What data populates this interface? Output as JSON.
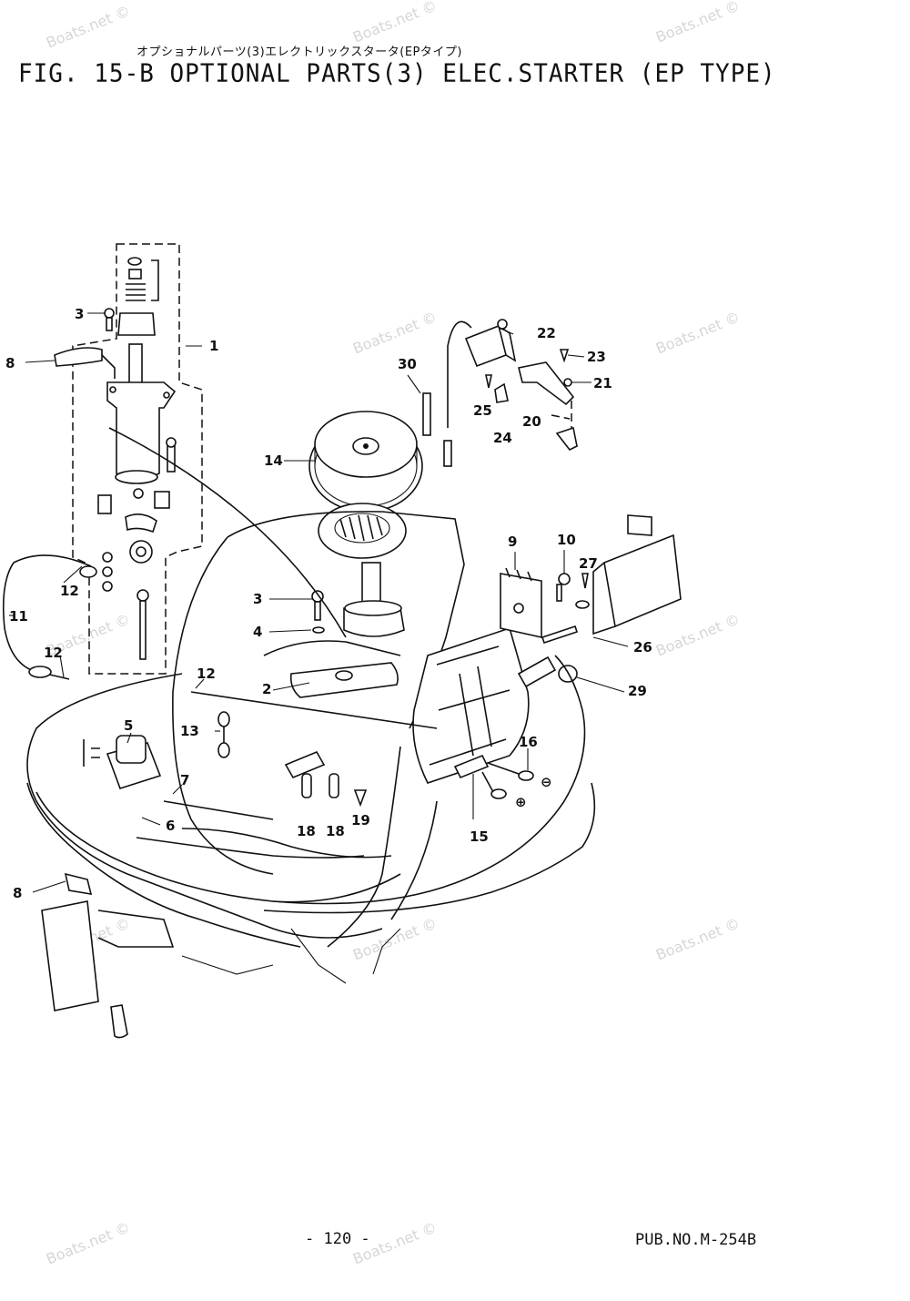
{
  "header": {
    "japanese_title": "オプショナルパーツ(3)エレクトリックスタータ(EPタイプ)",
    "figure_title": "FIG. 15-B OPTIONAL PARTS(3) ELEC.STARTER (EP TYPE)"
  },
  "footer": {
    "page_number": "- 120 -",
    "publication_number": "PUB.NO.M-254B"
  },
  "watermark": "Boats.net ©",
  "callouts": {
    "c1": "1",
    "c2": "2",
    "c3a": "3",
    "c3b": "3",
    "c4": "4",
    "c5": "5",
    "c6": "6",
    "c7": "7",
    "c8a": "8",
    "c8b": "8",
    "c9": "9",
    "c10": "10",
    "c11": "11",
    "c12a": "12",
    "c12b": "12",
    "c12c": "12",
    "c13": "13",
    "c14": "14",
    "c15": "15",
    "c16": "16",
    "c18a": "18",
    "c18b": "18",
    "c19": "19",
    "c20": "20",
    "c21": "21",
    "c22": "22",
    "c23": "23",
    "c24": "24",
    "c25": "25",
    "c26": "26",
    "c27": "27",
    "c29": "29",
    "c30": "30"
  },
  "symbols": {
    "minus": "⊖",
    "plus": "⊕"
  }
}
